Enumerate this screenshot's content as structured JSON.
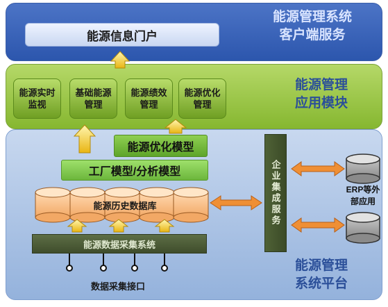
{
  "layers": {
    "client": {
      "title_line1": "能源管理系统",
      "title_line2": "客户端服务",
      "portal": "能源信息门户"
    },
    "application": {
      "title_line1": "能源管理",
      "title_line2": "应用模块",
      "modules": [
        "能源实时监视",
        "基础能源管理",
        "能源绩效管理",
        "能源优化管理"
      ]
    },
    "platform": {
      "title_line1": "能源管理",
      "title_line2": "系统平台",
      "optimization_model": "能源优化模型",
      "factory_model": "工厂模型/分析模型",
      "history_db": "能源历史数据库",
      "collection_system": "能源数据采集系统",
      "collection_interface": "数据采集接口",
      "esb": "企业集成服务"
    }
  },
  "external": {
    "erp_label_line1": "ERP等外",
    "erp_label_line2": "部应用"
  },
  "colors": {
    "client_layer": "#2c56ad",
    "application_layer": "#86b730",
    "platform_layer": "#94b2dc",
    "arrow_up": "#f2c21a",
    "arrow_bidirectional": "#ef8f35",
    "esb_bar": "#3b4a27"
  }
}
